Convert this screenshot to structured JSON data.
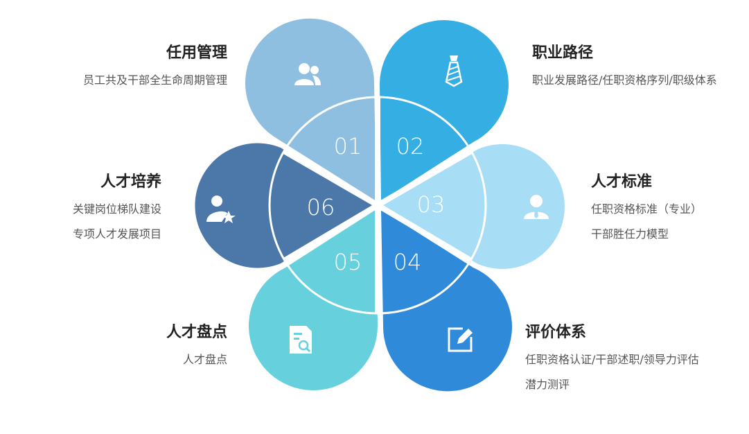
{
  "petals": [
    {
      "num": "01",
      "title": "任用管理",
      "lines": [
        "员工共及干部全生命周期管理"
      ],
      "color": "#8fbfe0",
      "icon": "users-icon"
    },
    {
      "num": "02",
      "title": "职业路径",
      "lines": [
        "职业发展路径/任职资格序列/职级体系"
      ],
      "color": "#35aee3",
      "icon": "tie-icon"
    },
    {
      "num": "03",
      "title": "人才标准",
      "lines": [
        "任职资格标准（专业）",
        "干部胜任力模型"
      ],
      "color": "#a8def5",
      "icon": "person-icon"
    },
    {
      "num": "04",
      "title": "评价体系",
      "lines": [
        "任职资格认证/干部述职/领导力评估",
        "潜力测评"
      ],
      "color": "#2f8bd9",
      "icon": "edit-icon"
    },
    {
      "num": "05",
      "title": "人才盘点",
      "lines": [
        "人才盘点"
      ],
      "color": "#66d1dc",
      "icon": "document-search-icon"
    },
    {
      "num": "06",
      "title": "人才培养",
      "lines": [
        "关键岗位梯队建设",
        "专项人才发展项目"
      ],
      "color": "#4b78a9",
      "icon": "person-star-icon"
    }
  ]
}
